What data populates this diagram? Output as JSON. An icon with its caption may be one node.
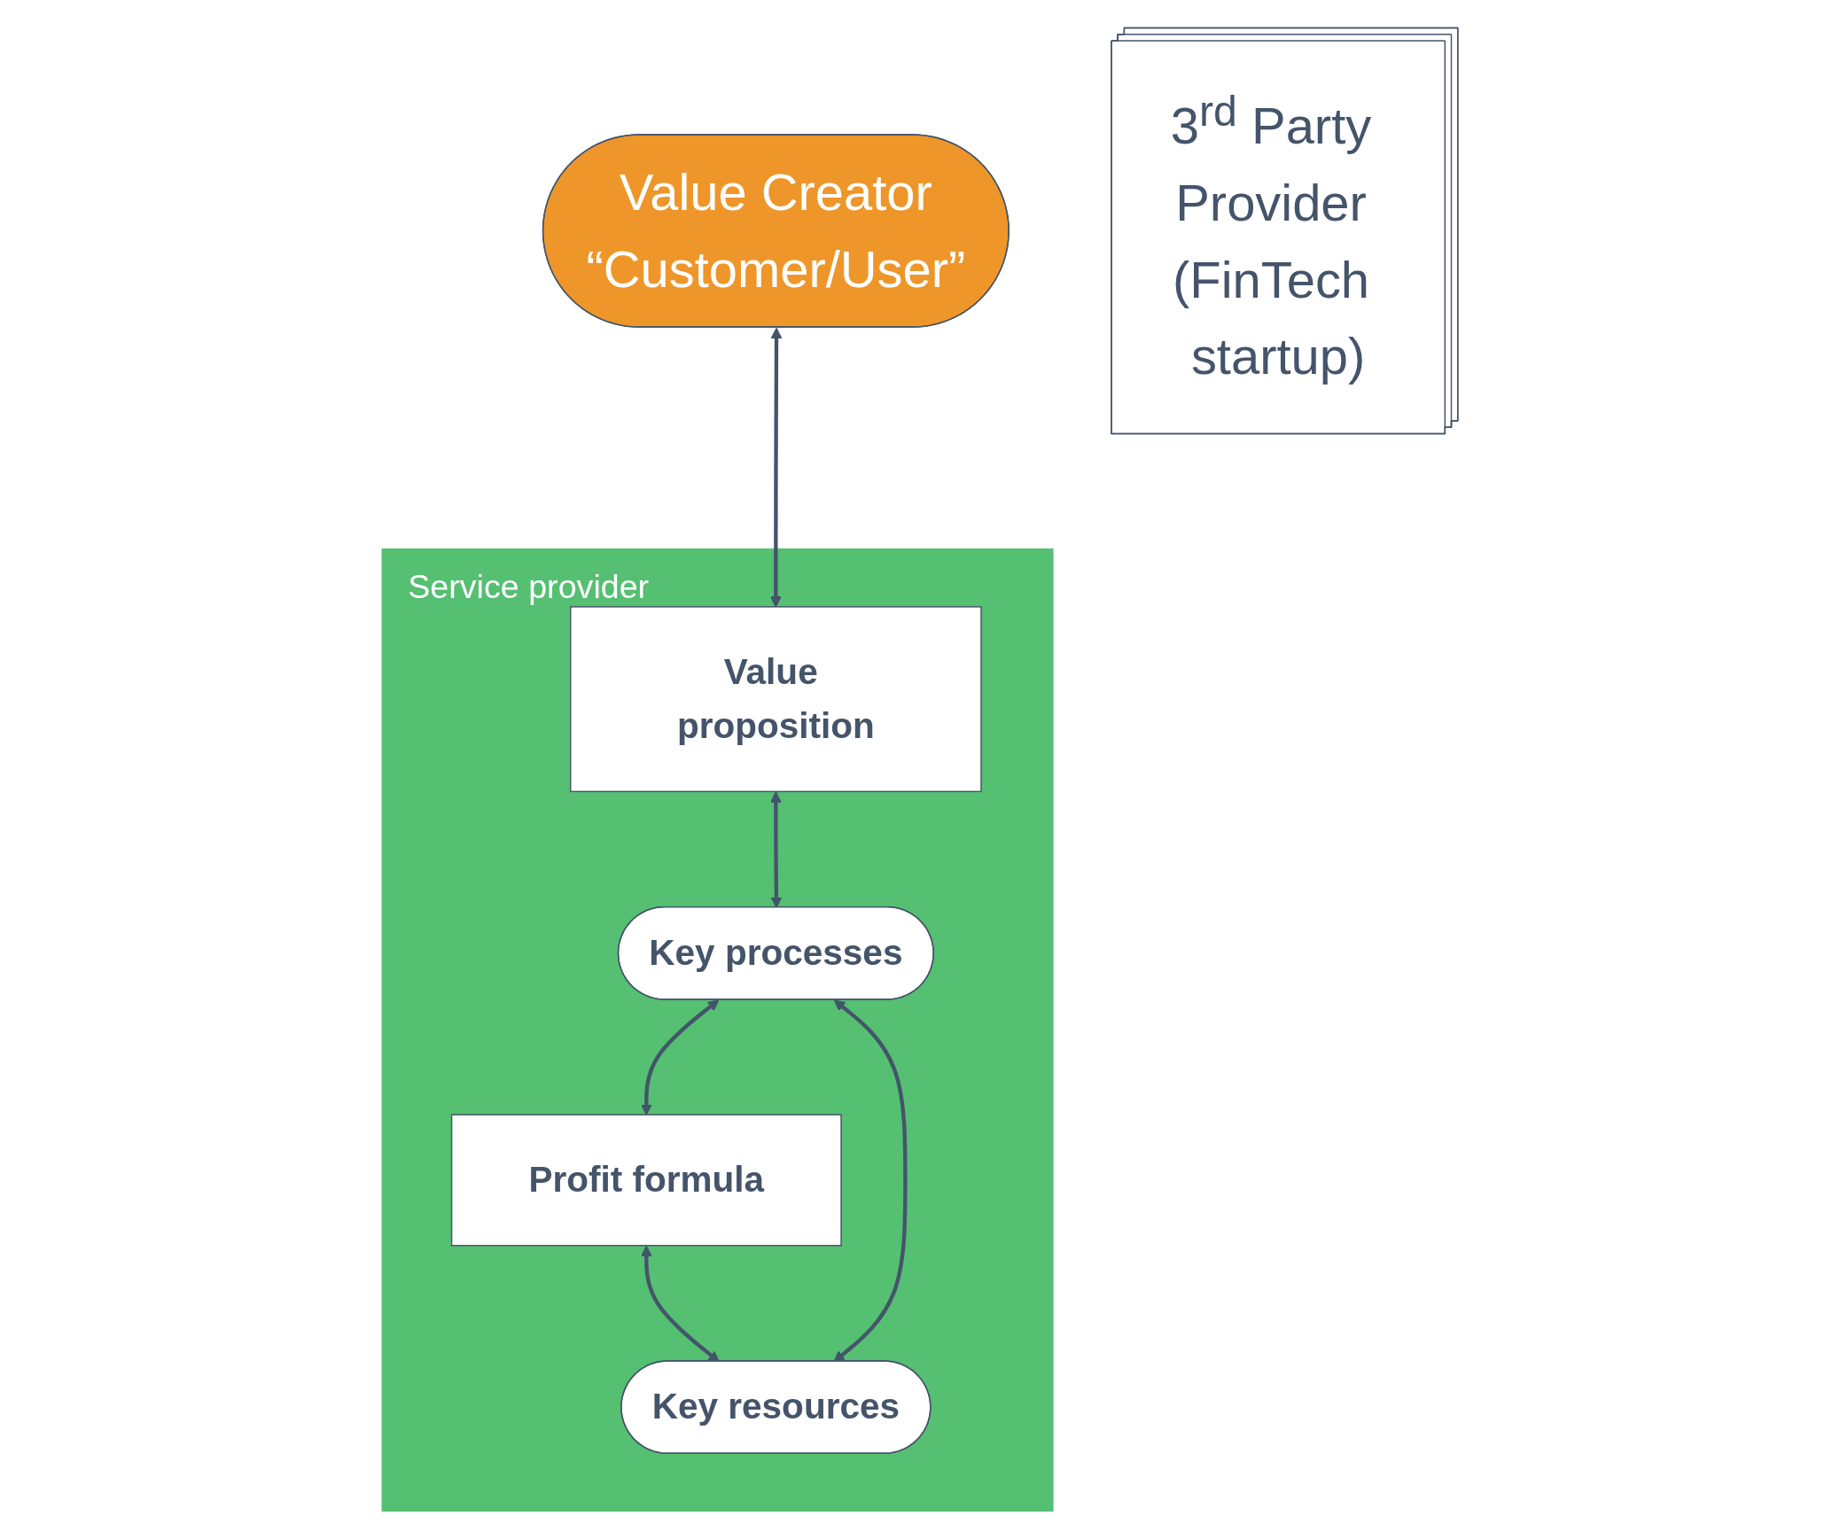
{
  "diagram": {
    "nodes": [
      {
        "text": [
          "Value Creator",
          "“Customer/User”"
        ]
      },
      {
        "text": [
          "3$^{rd}$ Party Provider (FinTech startup)"
        ]
      },
      {
        "text": [
          "Service provider"
        ]
      },
      {
        "text": [
          "Value proposition"
        ],
        "in": 2
      },
      {
        "text": [
          "Profit formula"
        ],
        "in": 2
      },
      {
        "text": [
          "Key processes"
        ],
        "in": 2
      },
      {
        "text": [
          "Key resources"
        ],
        "in": 2
      }
    ],
    "edges": [
      {
        "from": 0,
        "to": 3,
        "arrow": "both"
      },
      {
        "from": 3,
        "to": 5,
        "arrow": "both"
      },
      {
        "from": 5,
        "to": 4,
        "arrow": "both"
      },
      {
        "from": 4,
        "to": 6,
        "arrow": "both"
      },
      {
        "from": 5,
        "to": 6,
        "arrow": "both"
      }
    ]
  }
}
